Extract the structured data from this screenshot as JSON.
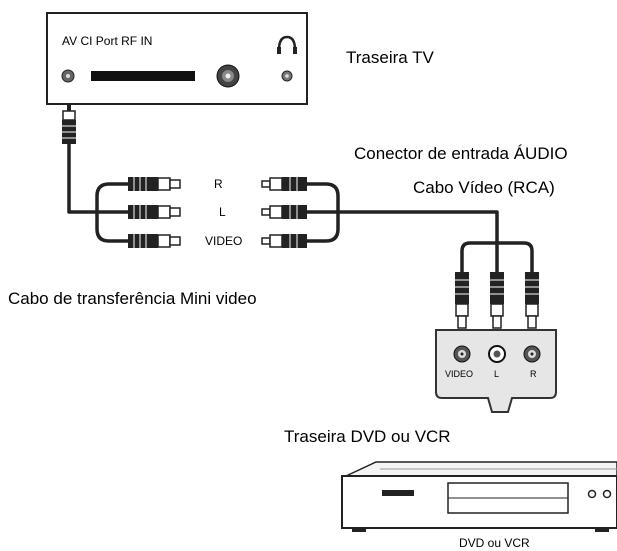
{
  "tv": {
    "port_label": "AV CI Port RF IN",
    "caption": "Traseira TV"
  },
  "cables": {
    "audio_input_caption": "Conector de entrada ÁUDIO",
    "rca_caption": "Cabo Vídeo (RCA)",
    "mini_caption": "Cabo de transferência Mini video",
    "plug_labels": [
      "R",
      "L",
      "VIDEO"
    ]
  },
  "jack_panel": {
    "labels": [
      "VIDEO",
      "L",
      "R"
    ]
  },
  "dvd": {
    "caption": "Traseira DVD ou VCR",
    "device_label": "DVD ou VCR"
  }
}
